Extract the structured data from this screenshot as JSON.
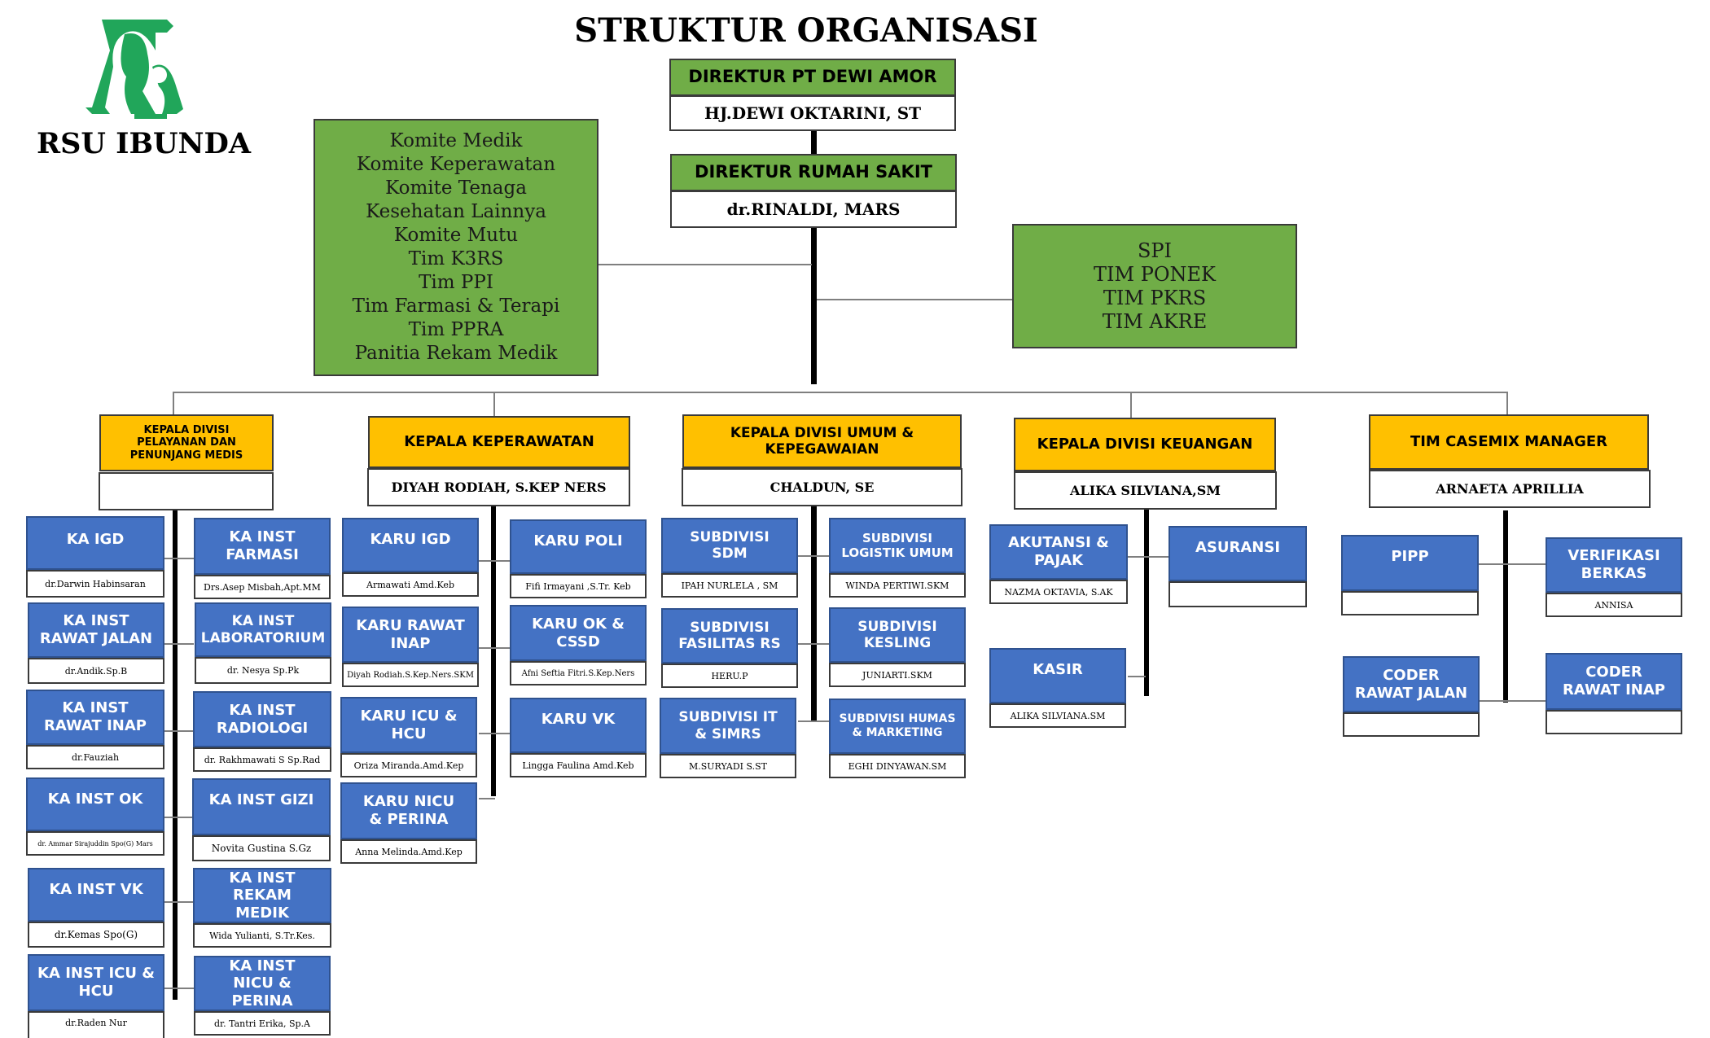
{
  "title": "STRUKTUR ORGANISASI",
  "logo": {
    "text": "RSU IBUNDA",
    "letter": "A",
    "color": "#21a65a"
  },
  "colors": {
    "green": "#70ad47",
    "yellow": "#ffc000",
    "blue": "#4472c4"
  },
  "top": {
    "director_pt": {
      "title": "DIREKTUR PT DEWI AMOR",
      "name": "HJ.DEWI OKTARINI, ST"
    },
    "director_rs": {
      "title": "DIREKTUR RUMAH SAKIT",
      "name": "dr.RINALDI, MARS"
    }
  },
  "committees": [
    "Komite Medik",
    "Komite Keperawatan",
    "Komite Tenaga Kesehatan Lainnya",
    "Komite Mutu",
    "Tim K3RS",
    "Tim PPI",
    "Tim Farmasi & Terapi",
    "Tim PPRA",
    "Panitia Rekam Medik"
  ],
  "spi": [
    "SPI",
    "TIM PONEK",
    "TIM PKRS",
    "TIM AKRE"
  ],
  "divisions": {
    "pelayanan": {
      "title": "KEPALA DIVISI PELAYANAN DAN PENUNJANG MEDIS",
      "name": "",
      "units": [
        {
          "title": "KA IGD",
          "name": "dr.Darwin Habinsaran"
        },
        {
          "title": "KA INST FARMASI",
          "name": "Drs.Asep Misbah,Apt.MM"
        },
        {
          "title": "KA INST RAWAT JALAN",
          "name": "dr.Andik.Sp.B"
        },
        {
          "title": "KA INST LABORATORIUM",
          "name": "dr. Nesya Sp.Pk"
        },
        {
          "title": "KA INST RAWAT INAP",
          "name": "dr.Fauziah"
        },
        {
          "title": "KA INST RADIOLOGI",
          "name": "dr. Rakhmawati S Sp.Rad"
        },
        {
          "title": "KA INST OK",
          "name": "dr. Ammar Sirajuddin Spo(G) Mars"
        },
        {
          "title": "KA INST GIZI",
          "name": "Novita Gustina S.Gz"
        },
        {
          "title": "KA INST VK",
          "name": "dr.Kemas Spo(G)"
        },
        {
          "title": "KA INST REKAM MEDIK",
          "name": "Wida Yulianti, S.Tr.Kes."
        },
        {
          "title": "KA INST ICU & HCU",
          "name": "dr.Raden Nur"
        },
        {
          "title": "KA INST NICU & PERINA",
          "name": "dr. Tantri Erika, Sp.A"
        }
      ]
    },
    "keperawatan": {
      "title": "KEPALA KEPERAWATAN",
      "name": "DIYAH RODIAH, S.KEP NERS",
      "units": [
        {
          "title": "KARU IGD",
          "name": "Armawati Amd.Keb"
        },
        {
          "title": "KARU POLI",
          "name": "Fifi Irmayani ,S.Tr. Keb"
        },
        {
          "title": "KARU RAWAT INAP",
          "name": "Diyah Rodiah.S.Kep.Ners.SKM"
        },
        {
          "title": "KARU OK & CSSD",
          "name": "Afni Seftia Fitri.S.Kep.Ners"
        },
        {
          "title": "KARU ICU & HCU",
          "name": "Oriza Miranda.Amd.Kep"
        },
        {
          "title": "KARU VK",
          "name": "Lingga Faulina Amd.Keb"
        },
        {
          "title": "KARU NICU & PERINA",
          "name": "Anna Melinda.Amd.Kep"
        }
      ]
    },
    "umum": {
      "title": "KEPALA DIVISI UMUM & KEPEGAWAIAN",
      "name": "CHALDUN, SE",
      "units": [
        {
          "title": "SUBDIVISI SDM",
          "name": "IPAH NURLELA , SM"
        },
        {
          "title": "SUBDIVISI LOGISTIK UMUM",
          "name": "WINDA PERTIWI.SKM"
        },
        {
          "title": "SUBDIVISI FASILITAS RS",
          "name": "HERU.P"
        },
        {
          "title": "SUBDIVISI KESLING",
          "name": "JUNIARTI.SKM"
        },
        {
          "title": "SUBDIVISI IT & SIMRS",
          "name": "M.SURYADI S.ST"
        },
        {
          "title": "SUBDIVISI HUMAS & MARKETING",
          "name": "EGHI DINYAWAN.SM"
        }
      ]
    },
    "keuangan": {
      "title": "KEPALA DIVISI KEUANGAN",
      "name": "ALIKA SILVIANA,SM",
      "units": [
        {
          "title": "AKUTANSI & PAJAK",
          "name": "NAZMA OKTAVIA, S.AK"
        },
        {
          "title": "ASURANSI",
          "name": ""
        },
        {
          "title": "KASIR",
          "name": "ALIKA SILVIANA.SM"
        }
      ]
    },
    "casemix": {
      "title": "TIM CASEMIX MANAGER",
      "name": "ARNAETA APRILLIA",
      "units": [
        {
          "title": "PIPP",
          "name": ""
        },
        {
          "title": "VERIFIKASI BERKAS",
          "name": "ANNISA"
        },
        {
          "title": "CODER RAWAT JALAN",
          "name": ""
        },
        {
          "title": "CODER RAWAT INAP",
          "name": ""
        }
      ]
    }
  }
}
